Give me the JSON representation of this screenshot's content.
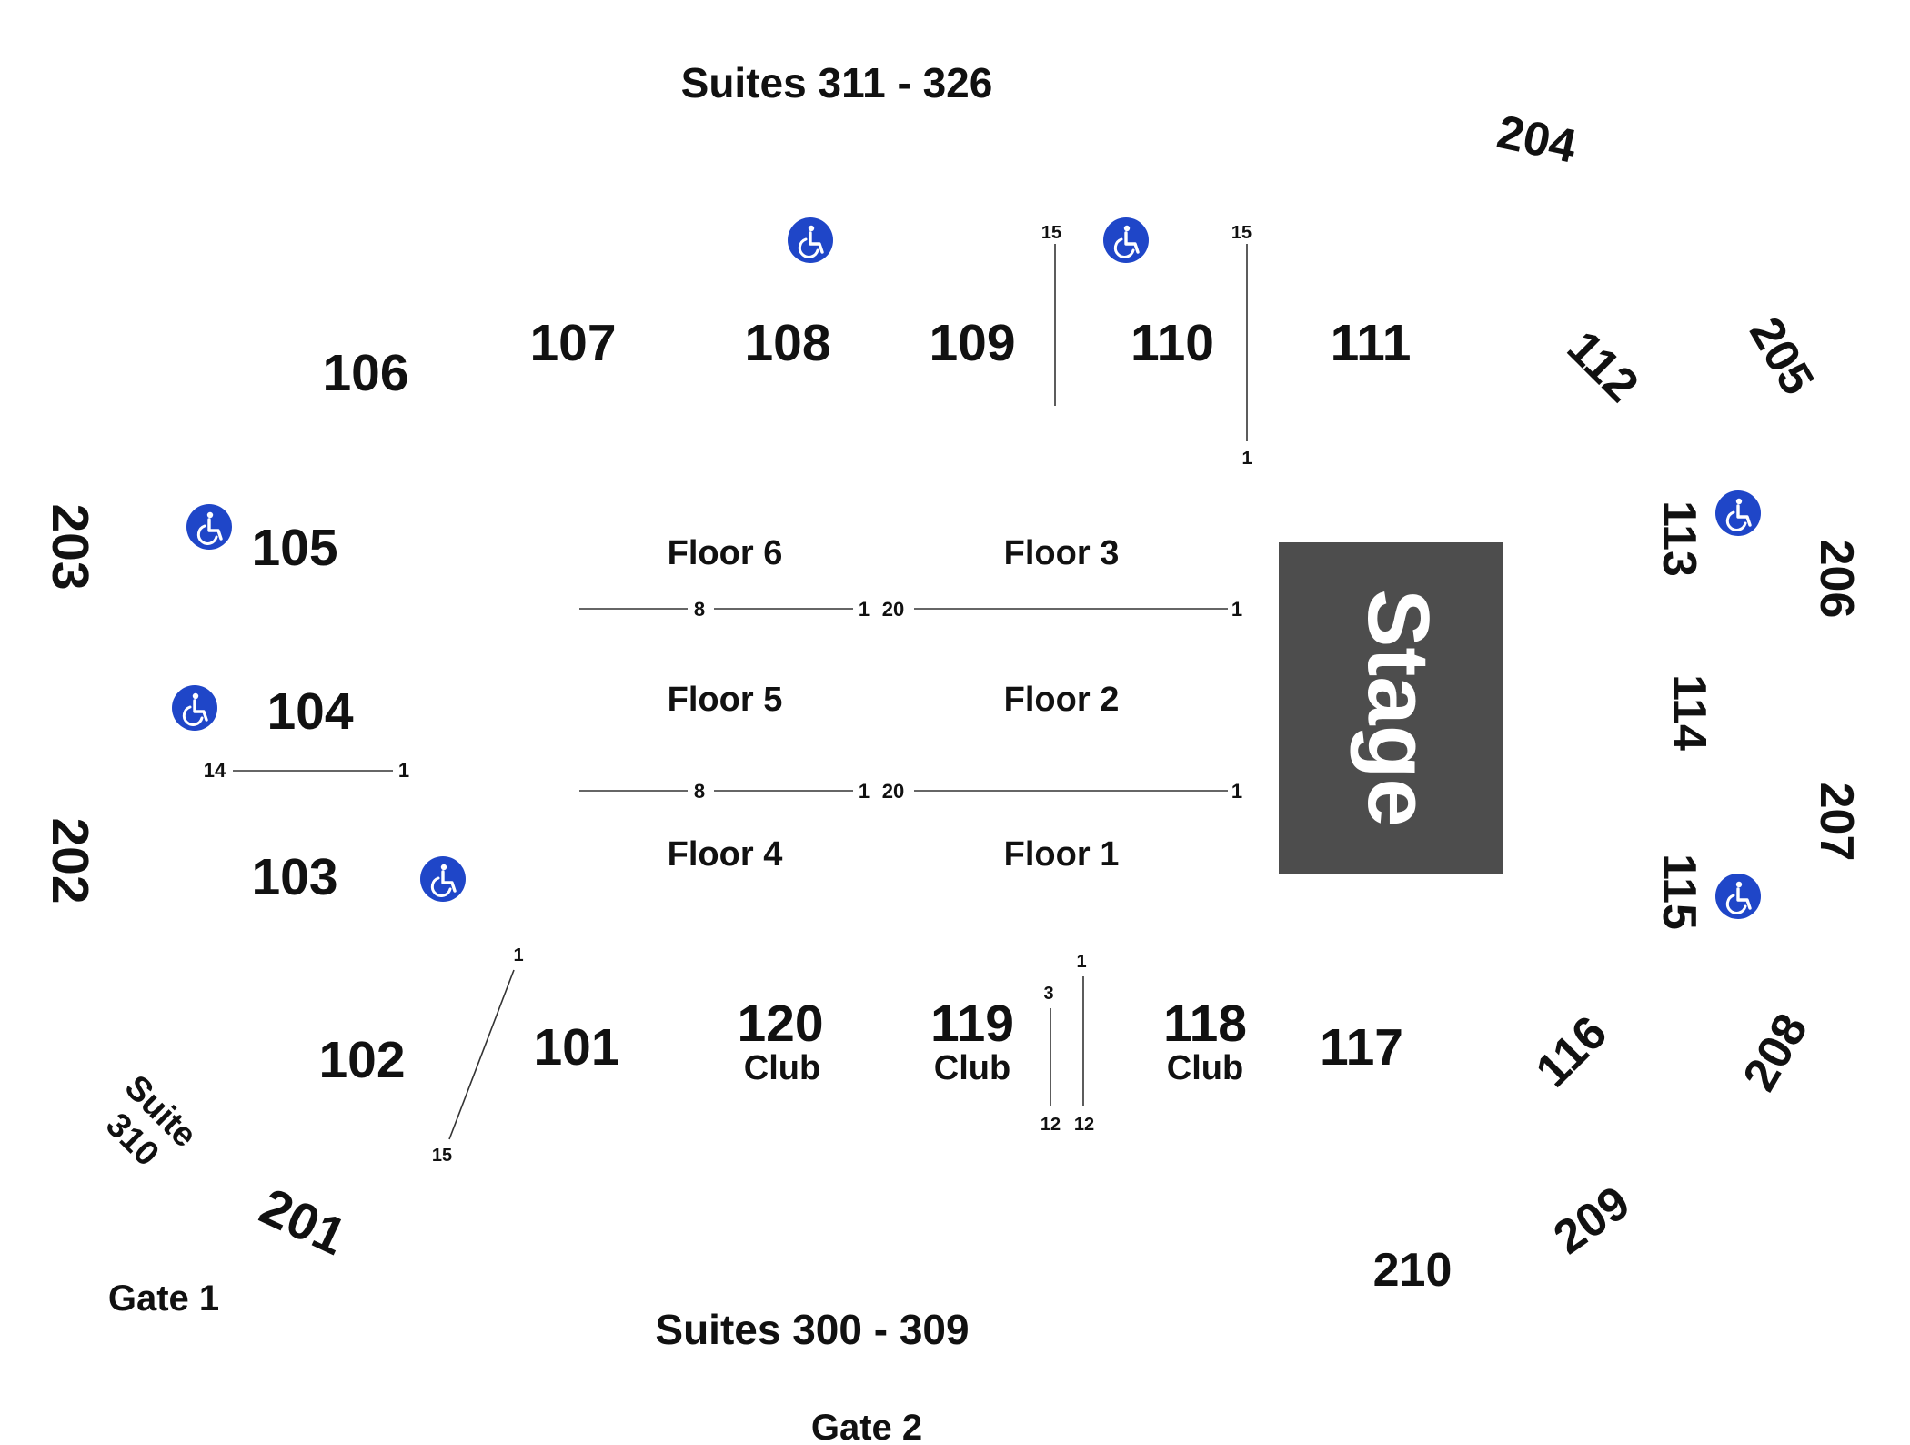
{
  "title_top": "Suites 311 - 326",
  "title_bottom": "Suites 300 - 309",
  "gate1": "Gate 1",
  "gate2": "Gate 2",
  "suite310_line1": "Suite",
  "suite310_line2": "310",
  "stage": {
    "label": "Stage",
    "color": "#4d4d4d"
  },
  "accent": {
    "accessible": "#1f46c8"
  },
  "sections": {
    "s101": "101",
    "s102": "102",
    "s103": "103",
    "s104": "104",
    "s105": "105",
    "s106": "106",
    "s107": "107",
    "s108": "108",
    "s109": "109",
    "s110": "110",
    "s111": "111",
    "s112": "112",
    "s113": "113",
    "s114": "114",
    "s115": "115",
    "s116": "116",
    "s117": "117",
    "s118": "118",
    "s119": "119",
    "s120": "120",
    "club": "Club",
    "s201": "201",
    "s202": "202",
    "s203": "203",
    "s204": "204",
    "s205": "205",
    "s206": "206",
    "s207": "207",
    "s208": "208",
    "s209": "209",
    "s210": "210"
  },
  "floors": {
    "f1": "Floor 1",
    "f2": "Floor 2",
    "f3": "Floor 3",
    "f4": "Floor 4",
    "f5": "Floor 5",
    "f6": "Floor 6"
  },
  "rows": {
    "r1": "1",
    "r3": "3",
    "r8": "8",
    "r12": "12",
    "r14": "14",
    "r15": "15",
    "r20": "20"
  },
  "icons": [
    "wheelchair-icon"
  ]
}
